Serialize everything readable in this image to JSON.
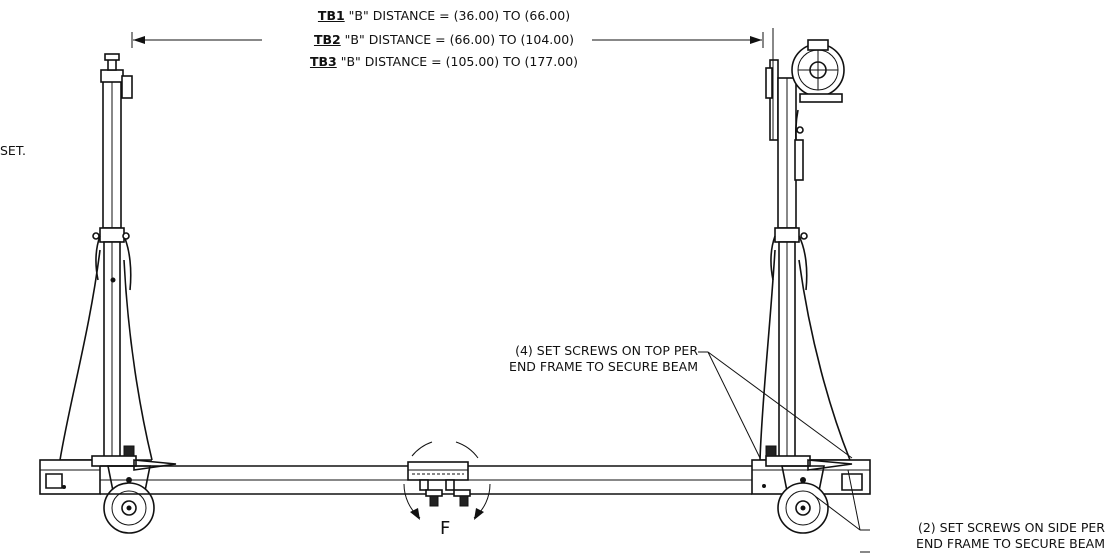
{
  "dimension_notes": {
    "tb1": {
      "key": "TB1",
      "text": " \"B\" DISTANCE = (36.00) TO (66.00)"
    },
    "tb2": {
      "key": "TB2",
      "text": " \"B\" DISTANCE = (66.00) TO (104.00)"
    },
    "tb3": {
      "key": "TB3",
      "text": " \"B\" DISTANCE = (105.00) TO (177.00)"
    }
  },
  "truncated_note": "SET.",
  "callouts": {
    "top_screws": {
      "line1": "(4) SET SCREWS ON TOP PER",
      "line2": "END FRAME TO SECURE BEAM"
    },
    "side_screws": {
      "line1": "(2) SET SCREWS ON SIDE PER",
      "line2": "END FRAME TO SECURE BEAM"
    }
  },
  "detail_label": "F"
}
